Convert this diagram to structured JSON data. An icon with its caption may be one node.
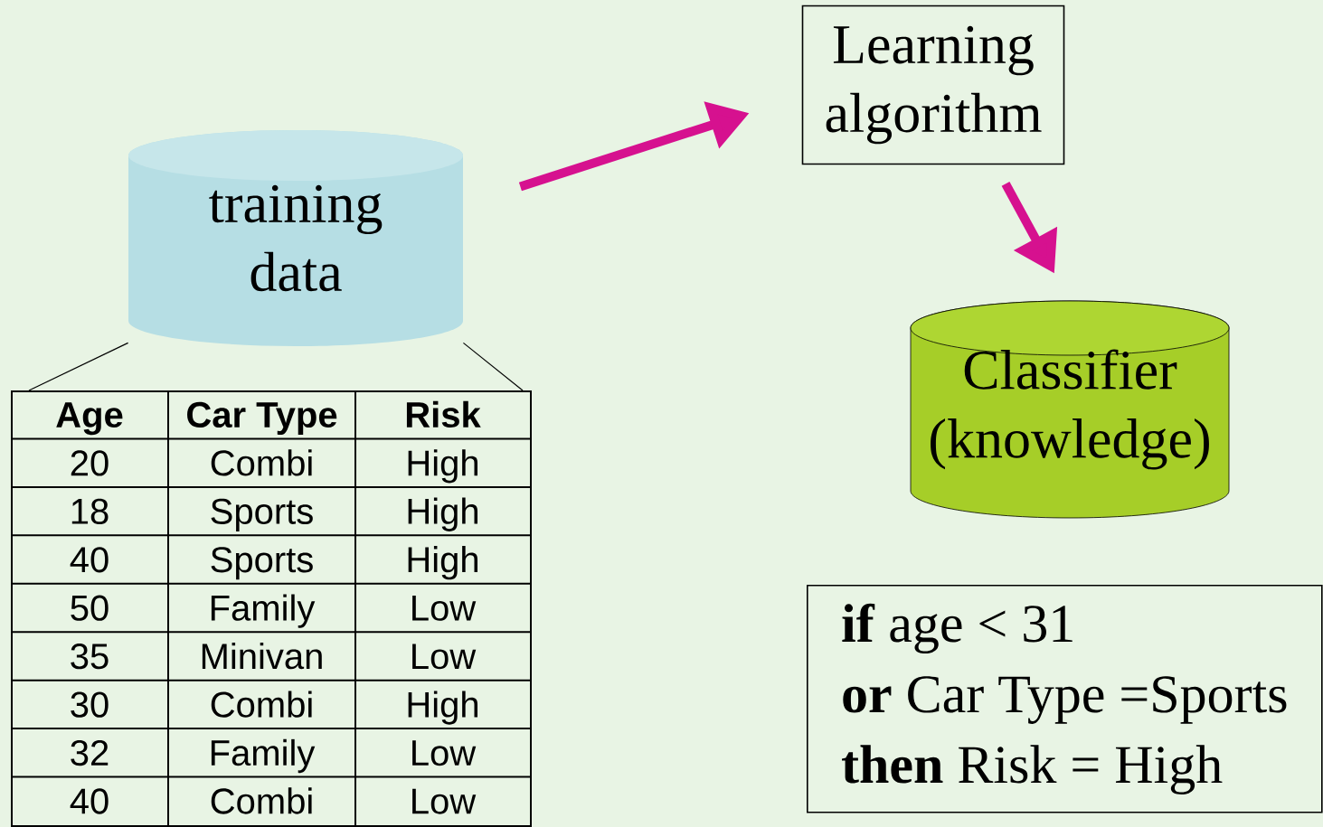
{
  "diagram": {
    "nodes": [
      {
        "text": [
          "training data"
        ]
      },
      {
        "text": [],
        "shape": "box"
      },
      {
        "text": [
          "Learning algorithm"
        ]
      },
      {
        "text": [
          "Classifier (knowledge)"
        ]
      },
      {
        "text": [
          "**if** age < 31",
          "**or** Car Type =Sports",
          "**then** Risk = High"
        ]
      }
    ],
    "edges": [
      {
        "from": 0,
        "to": 1,
        "arrow": "none",
        "color": "#000000"
      },
      {
        "from": 0,
        "to": 1,
        "arrow": "none",
        "color": "#000000"
      },
      {
        "from": 0,
        "to": 2,
        "arrow": "to",
        "style": "thick",
        "color": "#d6118f"
      },
      {
        "from": 2,
        "to": 3,
        "arrow": "to",
        "style": "thick",
        "color": "#d6118f"
      }
    ],
    "labels": [
      "Age",
      "Car Type",
      "Risk",
      "20",
      "Combi",
      "High",
      "18",
      "Sports",
      "High",
      "40",
      "Sports",
      "High",
      "50",
      "Family",
      "Low",
      "35",
      "Minivan",
      "Low",
      "30",
      "Combi",
      "High",
      "32",
      "Family",
      "Low",
      "40",
      "Combi",
      "Low"
    ]
  }
}
